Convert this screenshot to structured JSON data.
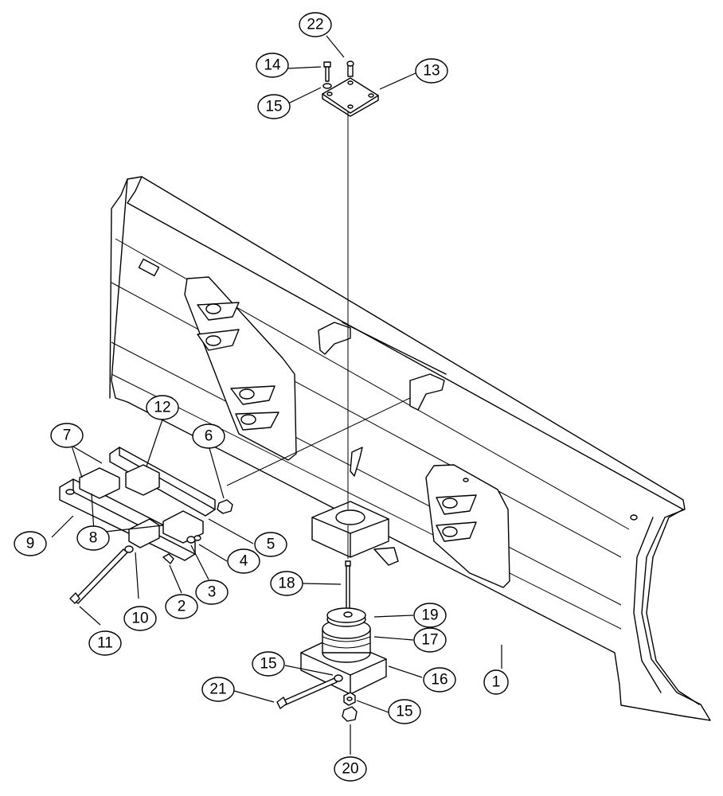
{
  "diagram": {
    "callouts": [
      {
        "id": "c22",
        "label": "22"
      },
      {
        "id": "c14",
        "label": "14"
      },
      {
        "id": "c13",
        "label": "13"
      },
      {
        "id": "c15a",
        "label": "15"
      },
      {
        "id": "c12",
        "label": "12"
      },
      {
        "id": "c7",
        "label": "7"
      },
      {
        "id": "c6",
        "label": "6"
      },
      {
        "id": "c9",
        "label": "9"
      },
      {
        "id": "c8",
        "label": "8"
      },
      {
        "id": "c5",
        "label": "5"
      },
      {
        "id": "c4",
        "label": "4"
      },
      {
        "id": "c3",
        "label": "3"
      },
      {
        "id": "c2",
        "label": "2"
      },
      {
        "id": "c10",
        "label": "10"
      },
      {
        "id": "c11",
        "label": "11"
      },
      {
        "id": "c18",
        "label": "18"
      },
      {
        "id": "c19",
        "label": "19"
      },
      {
        "id": "c17",
        "label": "17"
      },
      {
        "id": "c15b",
        "label": "15"
      },
      {
        "id": "c16",
        "label": "16"
      },
      {
        "id": "c1",
        "label": "1"
      },
      {
        "id": "c21",
        "label": "21"
      },
      {
        "id": "c15c",
        "label": "15"
      },
      {
        "id": "c20",
        "label": "20"
      }
    ]
  }
}
